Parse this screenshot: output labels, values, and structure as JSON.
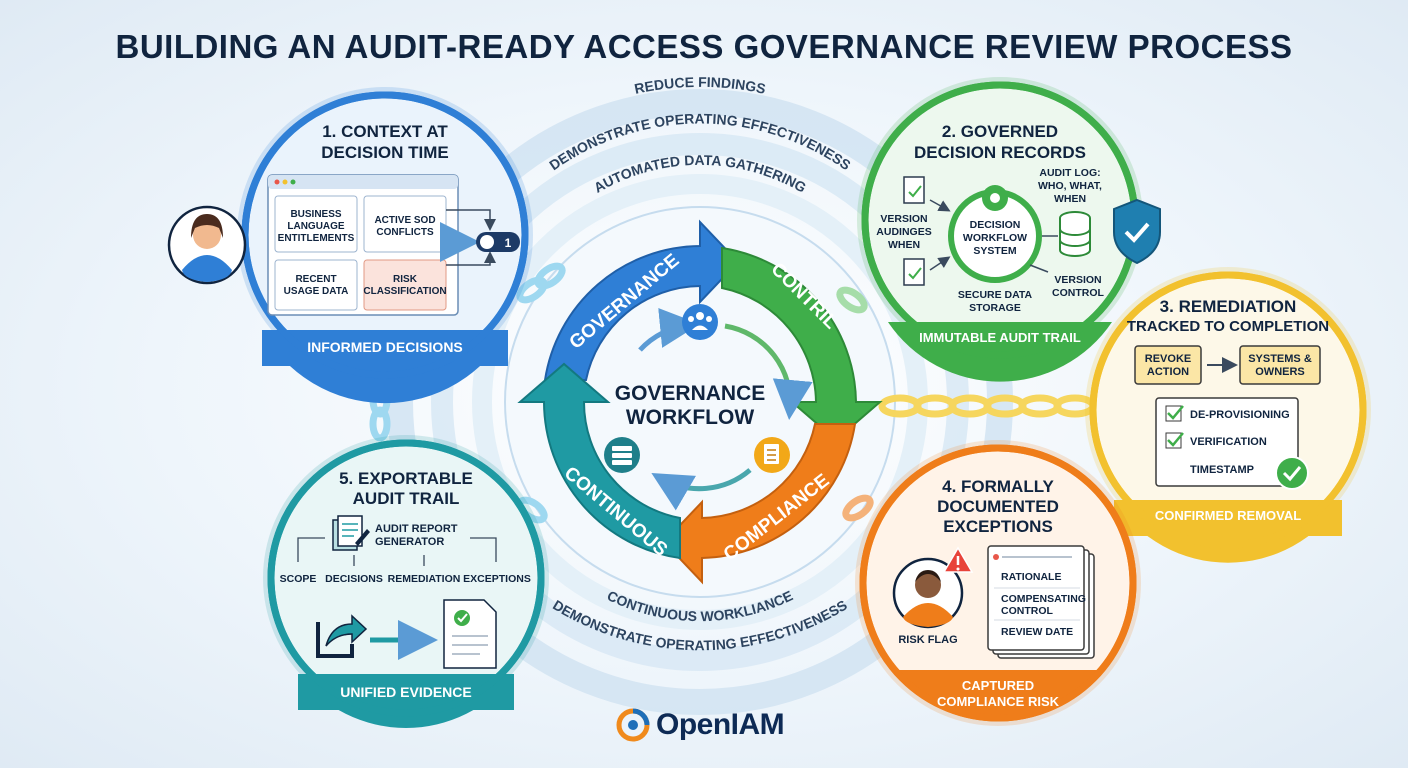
{
  "title": "BUILDING AN AUDIT-READY ACCESS GOVERNANCE REVIEW PROCESS",
  "outer_rings": {
    "top1": "REDUCE FINDINGS",
    "top2": "DEMONSTRATE OPERATING EFFECTIVENESS",
    "top3": "AUTOMATED DATA GATHERING",
    "bottom1": "CONTINUOUS WORKLIANCE",
    "bottom2": "DEMONSTRATE OPERATING EFFECTIVENESS"
  },
  "cycle": {
    "center_line1": "GOVERNANCE",
    "center_line2": "WORKFLOW",
    "arrow_governance": "GOVERNANCE",
    "arrow_control": "CONTRIL",
    "arrow_compliance": "COMPLIANCE",
    "arrow_continuous": "CONTINUOUS"
  },
  "step1": {
    "title_line1": "1. CONTEXT AT",
    "title_line2": "DECISION TIME",
    "card1": [
      "BUSINESS",
      "LANGUAGE",
      "ENTITLEMENTS"
    ],
    "card2": [
      "ACTIVE SOD",
      "CONFLICTS"
    ],
    "card3": [
      "RECENT",
      "USAGE DATA"
    ],
    "card4": [
      "RISK",
      "CLASSIFICATION"
    ],
    "toggle": "1",
    "footer": "INFORMED DECISIONS"
  },
  "step2": {
    "title_line1": "2. GOVERNED",
    "title_line2": "DECISION RECORDS",
    "version_audit": [
      "VERSION",
      "AUDINGES",
      "WHEN"
    ],
    "system": [
      "DECISION",
      "WORKFLOW",
      "SYSTEM"
    ],
    "audit_log": [
      "AUDIT LOG:",
      "WHO, WHAT,",
      "WHEN"
    ],
    "storage": [
      "SECURE DATA",
      "STORAGE"
    ],
    "version_control": [
      "VERSION",
      "CONTROL"
    ],
    "footer": "IMMUTABLE AUDIT TRAIL"
  },
  "step3": {
    "title_line1": "3. REMEDIATION",
    "title_line2": "TRACKED TO COMPLETION",
    "revoke": [
      "REVOKE",
      "ACTION"
    ],
    "systems": [
      "SYSTEMS &",
      "OWNERS"
    ],
    "check1": "DE-PROVISIONING",
    "check2": "VERIFICATION",
    "timestamp": "TIMESTAMP",
    "footer": "CONFIRMED REMOVAL"
  },
  "step4": {
    "title_line1": "4. FORMALLY",
    "title_line2": "DOCUMENTED",
    "title_line3": "EXCEPTIONS",
    "rationale": "RATIONALE",
    "compensating": [
      "COMPENSATING",
      "CONTROL"
    ],
    "review_date": "REVIEW DATE",
    "risk_flag": "RISK FLAG",
    "footer_line1": "CAPTURED",
    "footer_line2": "COMPLIANCE RISK"
  },
  "step5": {
    "title_line1": "5. EXPORTABLE",
    "title_line2": "AUDIT TRAIL",
    "generator": [
      "AUDIT REPORT",
      "GENERATOR"
    ],
    "branches": [
      "SCOPE",
      "DECISIONS",
      "REMEDIATION",
      "EXCEPTIONS"
    ],
    "footer": "UNIFIED EVIDENCE"
  },
  "brand": "OpenIAM",
  "colors": {
    "blue": "#2f7fd6",
    "green": "#3fae4a",
    "yellow": "#f2c12e",
    "orange": "#ef7d1a",
    "teal": "#1f9aa3",
    "navy": "#10243f"
  }
}
